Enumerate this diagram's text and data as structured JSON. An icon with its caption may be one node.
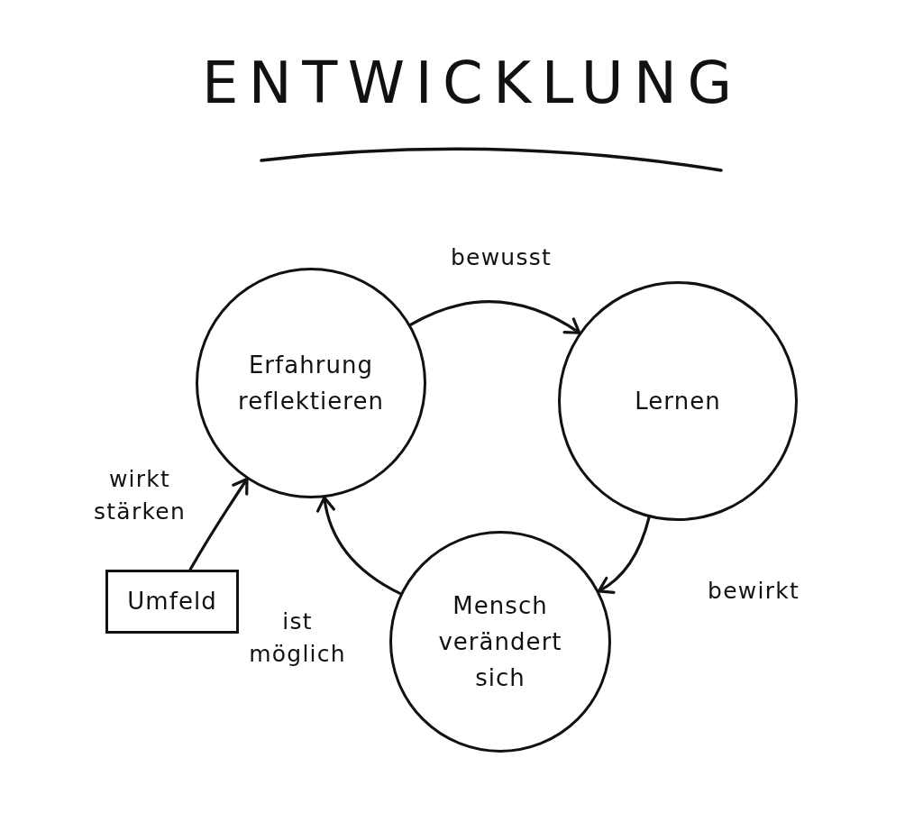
{
  "diagram": {
    "title": "ENTWICKLUNG",
    "nodes": [
      {
        "text": [
          "Erfahrung reflektieren"
        ]
      },
      {
        "text": [
          "Lernen"
        ]
      },
      {
        "text": [
          "Mensch verändert sich"
        ]
      },
      {
        "text": [
          "Umfeld"
        ]
      }
    ],
    "edges": [
      {
        "from": 0,
        "to": 1,
        "arrow": "to",
        "label": "bewusst"
      },
      {
        "from": 1,
        "to": 2,
        "arrow": "to",
        "label": "bewirkt"
      },
      {
        "from": 2,
        "to": 0,
        "arrow": "to",
        "label": "ist möglich"
      },
      {
        "from": 3,
        "to": 0,
        "arrow": "to",
        "label": "wirkt stärken"
      }
    ]
  }
}
